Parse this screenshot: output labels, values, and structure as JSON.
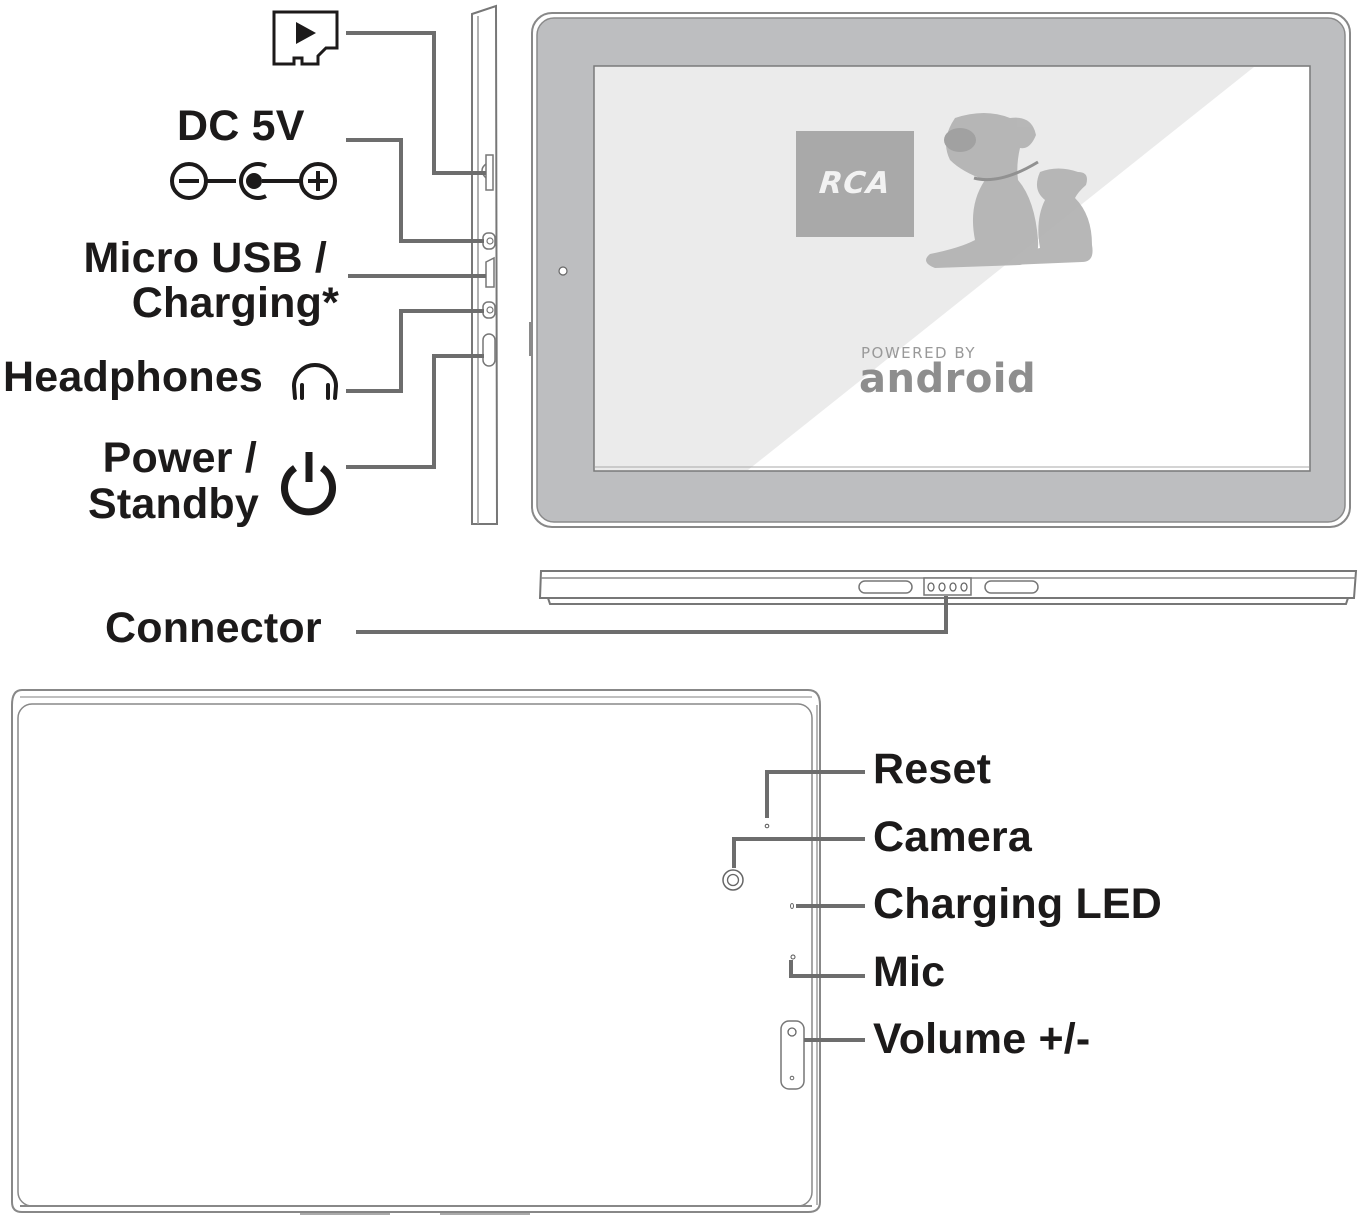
{
  "diagram": {
    "title": "Tablet parts diagram",
    "colors": {
      "callout_line": "#6d6d6d",
      "outline": "#7a7a7a",
      "bezel": "#bdbec0",
      "screen_light": "#ebebeb",
      "screen_white": "#ffffff",
      "label_text": "#1c1a1a",
      "logo_box": "#a9a9a9"
    },
    "side_view_labels": {
      "microsd": {
        "icon": "microsd-card-icon"
      },
      "dc_power": {
        "label": "DC 5V",
        "icon": "dc-polarity-icon"
      },
      "micro_usb": {
        "line1": "Micro USB /",
        "line2": "Charging*"
      },
      "headphones": {
        "label": "Headphones",
        "icon": "headphones-icon"
      },
      "power": {
        "line1": "Power /",
        "line2": "Standby",
        "icon": "power-icon"
      }
    },
    "bottom_view_labels": {
      "connector": {
        "label": "Connector"
      }
    },
    "back_view_labels": {
      "reset": {
        "label": "Reset"
      },
      "camera": {
        "label": "Camera"
      },
      "charging_led": {
        "label": "Charging LED"
      },
      "mic": {
        "label": "Mic"
      },
      "volume": {
        "label": "Volume +/-"
      }
    },
    "screen": {
      "brand": "RCA",
      "powered_by": "POWERED BY",
      "os": "android"
    }
  }
}
